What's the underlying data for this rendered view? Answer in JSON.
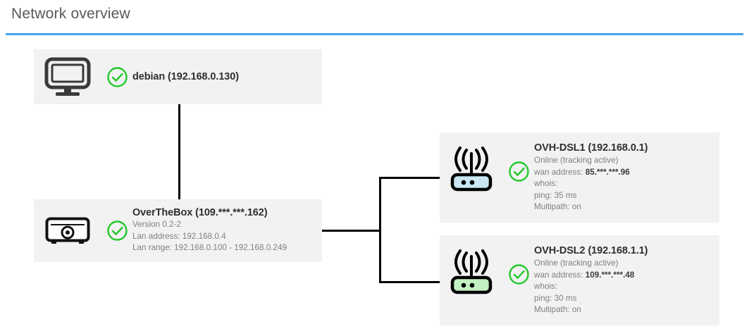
{
  "header": {
    "title": "Network overview",
    "rule_color": "#42a5ee"
  },
  "nodes": {
    "debian": {
      "icon": "monitor-icon",
      "status_icon": "check-circle-icon",
      "title": "debian (192.168.0.130)"
    },
    "overthebox": {
      "icon": "appliance-icon",
      "status_icon": "check-circle-icon",
      "title": "OverTheBox (109.***.***.162)",
      "lines": [
        "Version 0.2-2",
        "Lan address: 192.168.0.4",
        "Lan range: 192.168.0.100 - 192.168.0.249"
      ]
    },
    "dsl1": {
      "icon": "router-icon",
      "icon_color": "#c9e7f3",
      "status_icon": "check-circle-icon",
      "title": "OVH-DSL1 (192.168.0.1)",
      "status_text": "Online (tracking active)",
      "wan_label": "wan address: ",
      "wan_value": "85.***.***.96",
      "whois_label": "whois:",
      "ping": "ping: 35 ms",
      "multipath": "Multipath: on"
    },
    "dsl2": {
      "icon": "router-icon",
      "icon_color": "#c3f0c2",
      "status_icon": "check-circle-icon",
      "title": "OVH-DSL2 (192.168.1.1)",
      "status_text": "Online (tracking active)",
      "wan_label": "wan address: ",
      "wan_value": "109.***.***.48",
      "whois_label": "whois:",
      "ping": "ping: 30 ms",
      "multipath": "Multipath: on"
    }
  },
  "colors": {
    "card_bg": "#f2f2f2",
    "status_green": "#22c82a",
    "wire": "#000000",
    "muted_text": "#808080"
  }
}
